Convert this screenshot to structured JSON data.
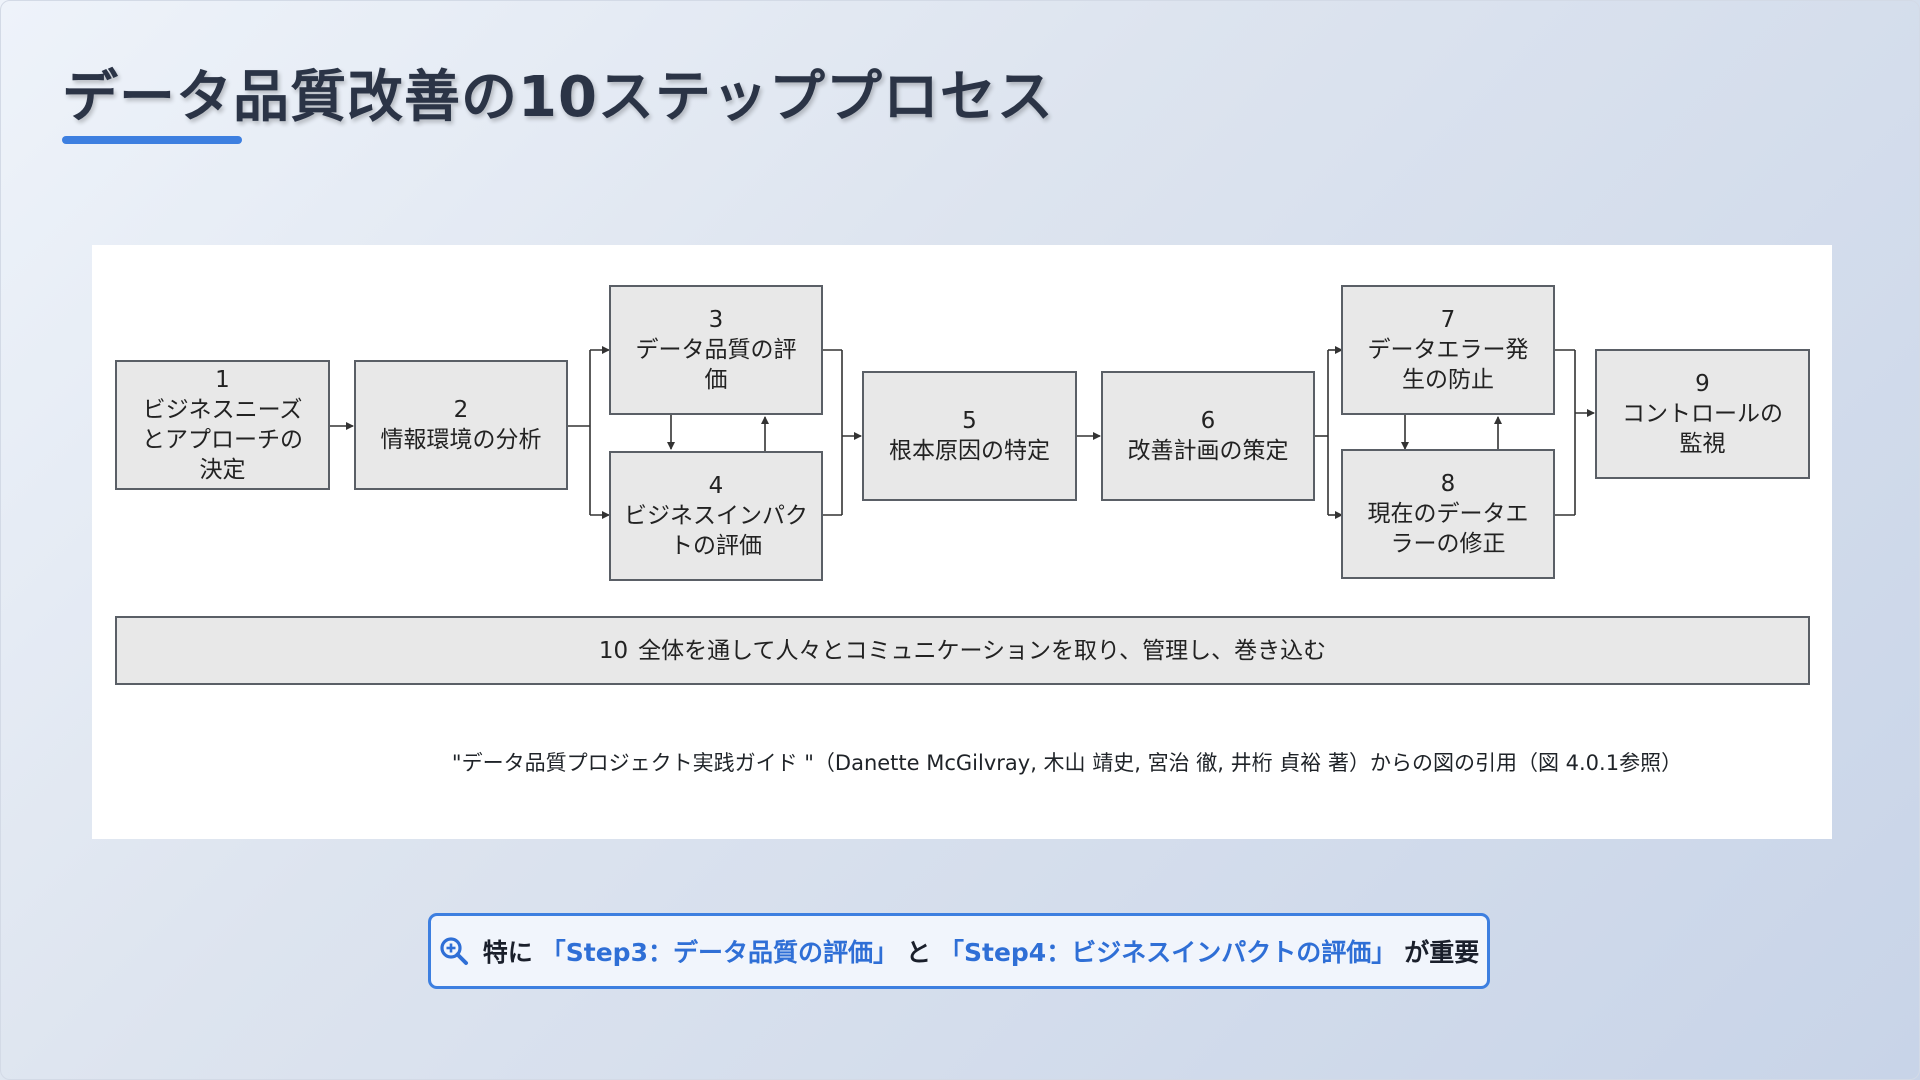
{
  "header": {
    "title": "データ品質改善の10ステッププロセス"
  },
  "diagram": {
    "steps": [
      {
        "num": "1",
        "label": "ビジネスニーズ\nとアプローチの\n決定"
      },
      {
        "num": "2",
        "label": "情報環境の分析"
      },
      {
        "num": "3",
        "label": "データ品質の評\n価"
      },
      {
        "num": "4",
        "label": "ビジネスインパク\nトの評価"
      },
      {
        "num": "5",
        "label": "根本原因の特定"
      },
      {
        "num": "6",
        "label": "改善計画の策定"
      },
      {
        "num": "7",
        "label": "データエラー発\n生の防止"
      },
      {
        "num": "8",
        "label": "現在のデータエ\nラーの修正"
      },
      {
        "num": "9",
        "label": "コントロールの\n監視"
      },
      {
        "num": "10",
        "label": "全体を通して人々とコミュニケーションを取り、管理し、巻き込む"
      }
    ],
    "citation": "\"データ品質プロジェクト実践ガイド \"（Danette McGilvray, 木山 靖史, 宮治 徹, 井桁 貞裕 著）からの図の引用（図 4.0.1参照）"
  },
  "callout": {
    "icon": "zoom-in-icon",
    "prefix": "特に",
    "step3": "「Step3：データ品質の評価」",
    "middle": "と",
    "step4": "「Step4：ビジネスインパクトの評価」",
    "suffix": "が重要"
  },
  "colors": {
    "accent": "#3d7fe0",
    "box_fill": "#e8e8e8",
    "box_border": "#5a5f66",
    "title_text": "#2b3446"
  }
}
